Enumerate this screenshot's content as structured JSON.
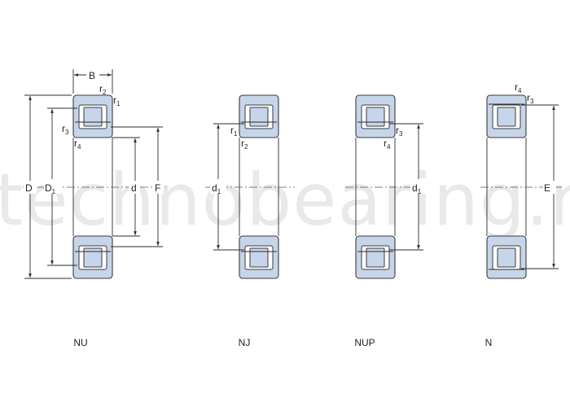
{
  "watermark": "technobearing.ru",
  "bearings": [
    {
      "type": "NU",
      "labels": {
        "B": "B",
        "r2": "r",
        "r2sub": "2",
        "r1": "r",
        "r1sub": "1",
        "r3": "r",
        "r3sub": "3",
        "r4": "r",
        "r4sub": "4",
        "D": "D",
        "D1": "D",
        "D1sub": "1",
        "d": "d",
        "F": "F"
      }
    },
    {
      "type": "NJ",
      "labels": {
        "d1": "d",
        "d1sub": "1",
        "r1": "r",
        "r1sub": "1",
        "r2": "r",
        "r2sub": "2"
      }
    },
    {
      "type": "NUP",
      "labels": {
        "d1": "d",
        "d1sub": "1",
        "r3": "r",
        "r3sub": "3",
        "r4": "r",
        "r4sub": "4"
      }
    },
    {
      "type": "N",
      "labels": {
        "r4": "r",
        "r4sub": "4",
        "r3": "r",
        "r3sub": "3",
        "E": "E"
      }
    }
  ]
}
